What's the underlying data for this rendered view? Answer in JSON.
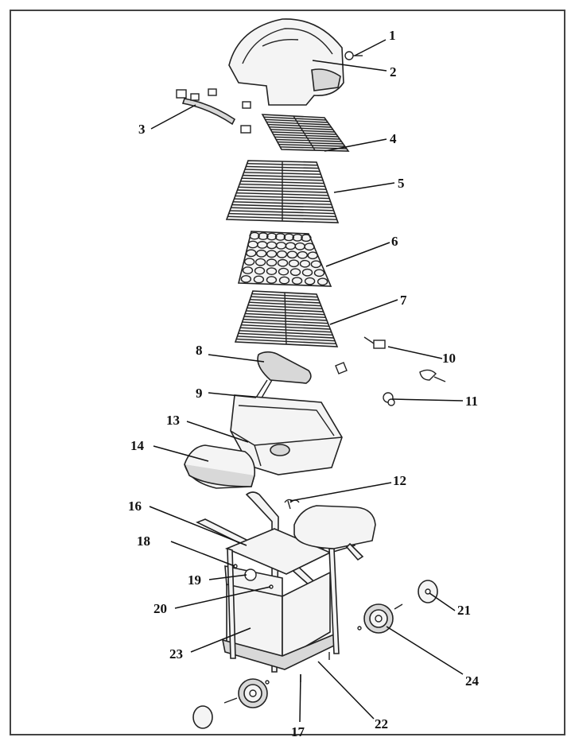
{
  "callouts": {
    "c1": "1",
    "c2": "2",
    "c3": "3",
    "c4": "4",
    "c5": "5",
    "c6": "6",
    "c7": "7",
    "c8": "8",
    "c9": "9",
    "c10": "10",
    "c11": "11",
    "c12": "12",
    "c13": "13",
    "c14": "14",
    "c16": "16",
    "c17": "17",
    "c18": "18",
    "c19": "19",
    "c20": "20",
    "c21": "21",
    "c22": "22",
    "c23": "23",
    "c24": "24"
  }
}
